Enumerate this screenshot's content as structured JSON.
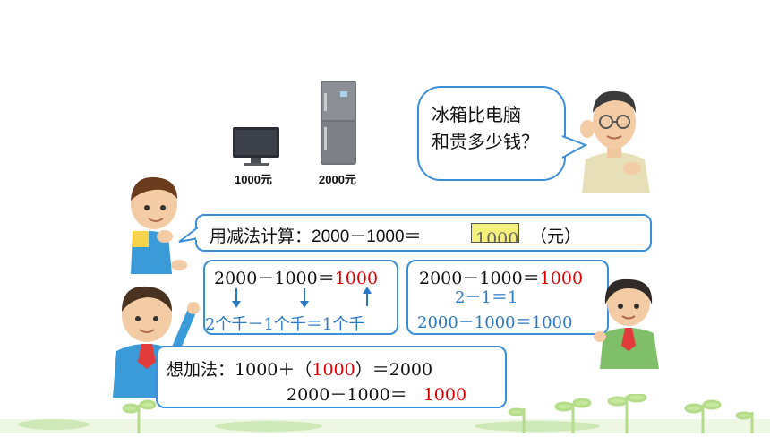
{
  "products": {
    "tv_price": "1000元",
    "fridge_price": "2000元"
  },
  "teacher_bubble": {
    "line1": "冰箱比电脑",
    "line2": "和贵多少钱？"
  },
  "question_bubble": {
    "text": "用减法计算：2000－1000＝",
    "blank_text": "1000",
    "unit": "（元）"
  },
  "method1": {
    "equation_left": "2000－1000＝",
    "answer": "1000",
    "breakdown": [
      "2个千",
      "－",
      "1个千",
      "＝",
      "1个千"
    ]
  },
  "method2": {
    "equation_left": "2000－1000＝",
    "answer": "1000",
    "simple": "2－1＝1",
    "restated": "2000－1000＝1000"
  },
  "method3": {
    "label": "想加法：",
    "line1_left": "1000＋（",
    "line1_answer": "1000",
    "line1_right": "）＝2000",
    "line2_left": "2000－1000＝",
    "line2_answer": "1000"
  },
  "colors": {
    "box_border": "#3b8fd9",
    "answer_red": "#e00000",
    "blue_text": "#2b78c4",
    "blank_fill": "#f5f07a"
  }
}
